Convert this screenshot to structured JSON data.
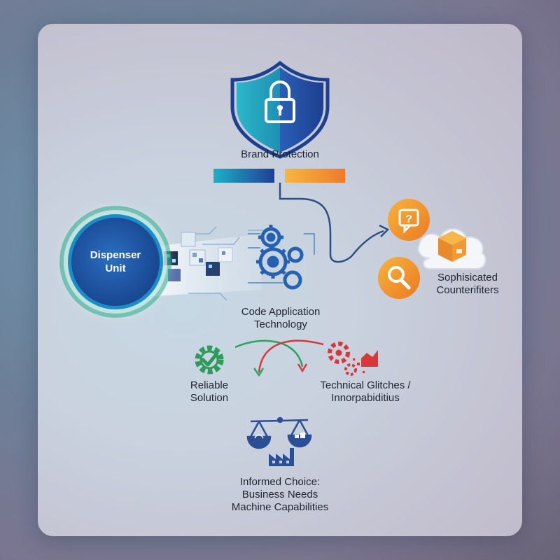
{
  "nodes": {
    "brand_protection": "Brand Protection",
    "dispenser_unit": "Dispenser\nUnit",
    "code_application": "Code Application\nTechnology",
    "counterfeiters": "Sophisicated\nCounterifiters",
    "reliable_solution": "Reliable\nSolution",
    "technical_glitches": "Technical Glitches /\nInnorpabiditius",
    "informed_choice": "Informed Choice:\nBusiness Needs\nMachine Capabilities"
  },
  "icons": [
    "shield-lock-icon",
    "alert-bubble-icon",
    "package-box-icon",
    "cloud-icon",
    "magnifier-icon",
    "gears-icon",
    "check-gear-icon",
    "broken-gears-icon",
    "scale-icon",
    "brain-icon",
    "factory-icon"
  ],
  "colors": {
    "blue": "#1e4fa0",
    "teal": "#1ea4b8",
    "orange": "#f2a93b",
    "green": "#2e9a5a",
    "red": "#d9383a"
  }
}
